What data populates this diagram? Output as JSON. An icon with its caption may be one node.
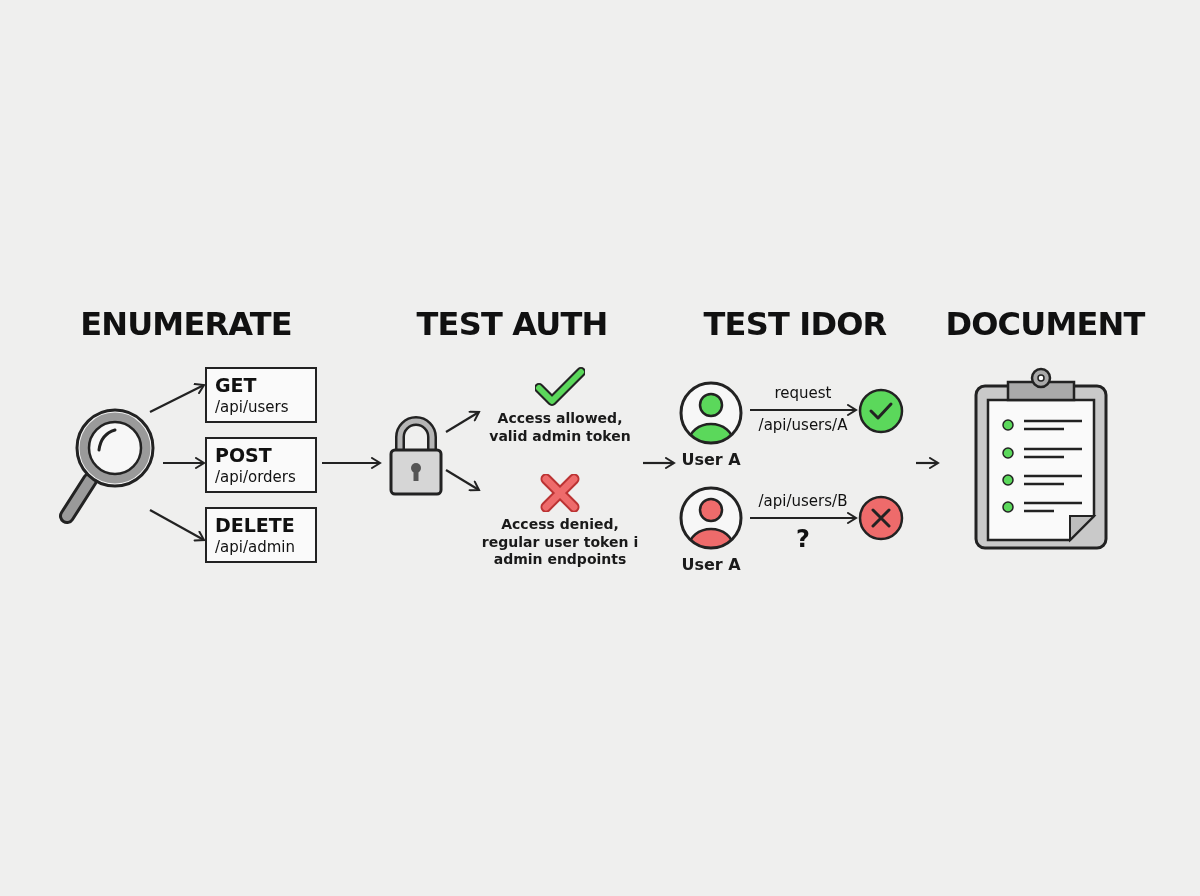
{
  "diagram": {
    "nodes": [
      {
        "text": [
          "ENUMERATE"
        ]
      },
      {
        "text": [],
        "shape": "magnifier",
        "in": 0
      },
      {
        "text": [
          "GET",
          "/api/users"
        ],
        "in": 0
      },
      {
        "text": [
          "POST",
          "/api/orders"
        ],
        "in": 0
      },
      {
        "text": [
          "DELETE",
          "/api/admin"
        ],
        "in": 0
      },
      {
        "text": [
          "TEST AUTH"
        ]
      },
      {
        "text": [],
        "shape": "lock",
        "in": 5
      },
      {
        "text": [
          "Access allowed, valid admin token"
        ],
        "in": 5
      },
      {
        "text": [
          "Access denied, regular user token i admin endpoints"
        ],
        "in": 5
      },
      {
        "text": [
          "TEST IDOR"
        ]
      },
      {
        "text": [
          "User A"
        ],
        "in": 9
      },
      {
        "text": [],
        "shape": "circle",
        "in": 9
      },
      {
        "text": [
          "User A"
        ],
        "in": 9
      },
      {
        "text": [],
        "shape": "circle",
        "in": 9
      },
      {
        "text": [
          "DOCUMENT"
        ]
      },
      {
        "text": [],
        "shape": "clipboard",
        "in": 14
      }
    ],
    "edges": [
      {
        "from": 1,
        "to": 2,
        "arrow": "to"
      },
      {
        "from": 1,
        "to": 3,
        "arrow": "to"
      },
      {
        "from": 1,
        "to": 4,
        "arrow": "to"
      },
      {
        "from": 0,
        "to": 5,
        "arrow": "to"
      },
      {
        "from": 6,
        "to": 7,
        "arrow": "to"
      },
      {
        "from": 6,
        "to": 8,
        "arrow": "to"
      },
      {
        "from": 5,
        "to": 9,
        "arrow": "to"
      },
      {
        "from": 10,
        "to": 11,
        "arrow": "to",
        "label": "request"
      },
      {
        "from": 12,
        "to": 13,
        "arrow": "to",
        "label": "/api/users/B"
      },
      {
        "from": 9,
        "to": 14,
        "arrow": "to"
      }
    ],
    "labels": [
      "/api/users/A",
      "?"
    ]
  }
}
